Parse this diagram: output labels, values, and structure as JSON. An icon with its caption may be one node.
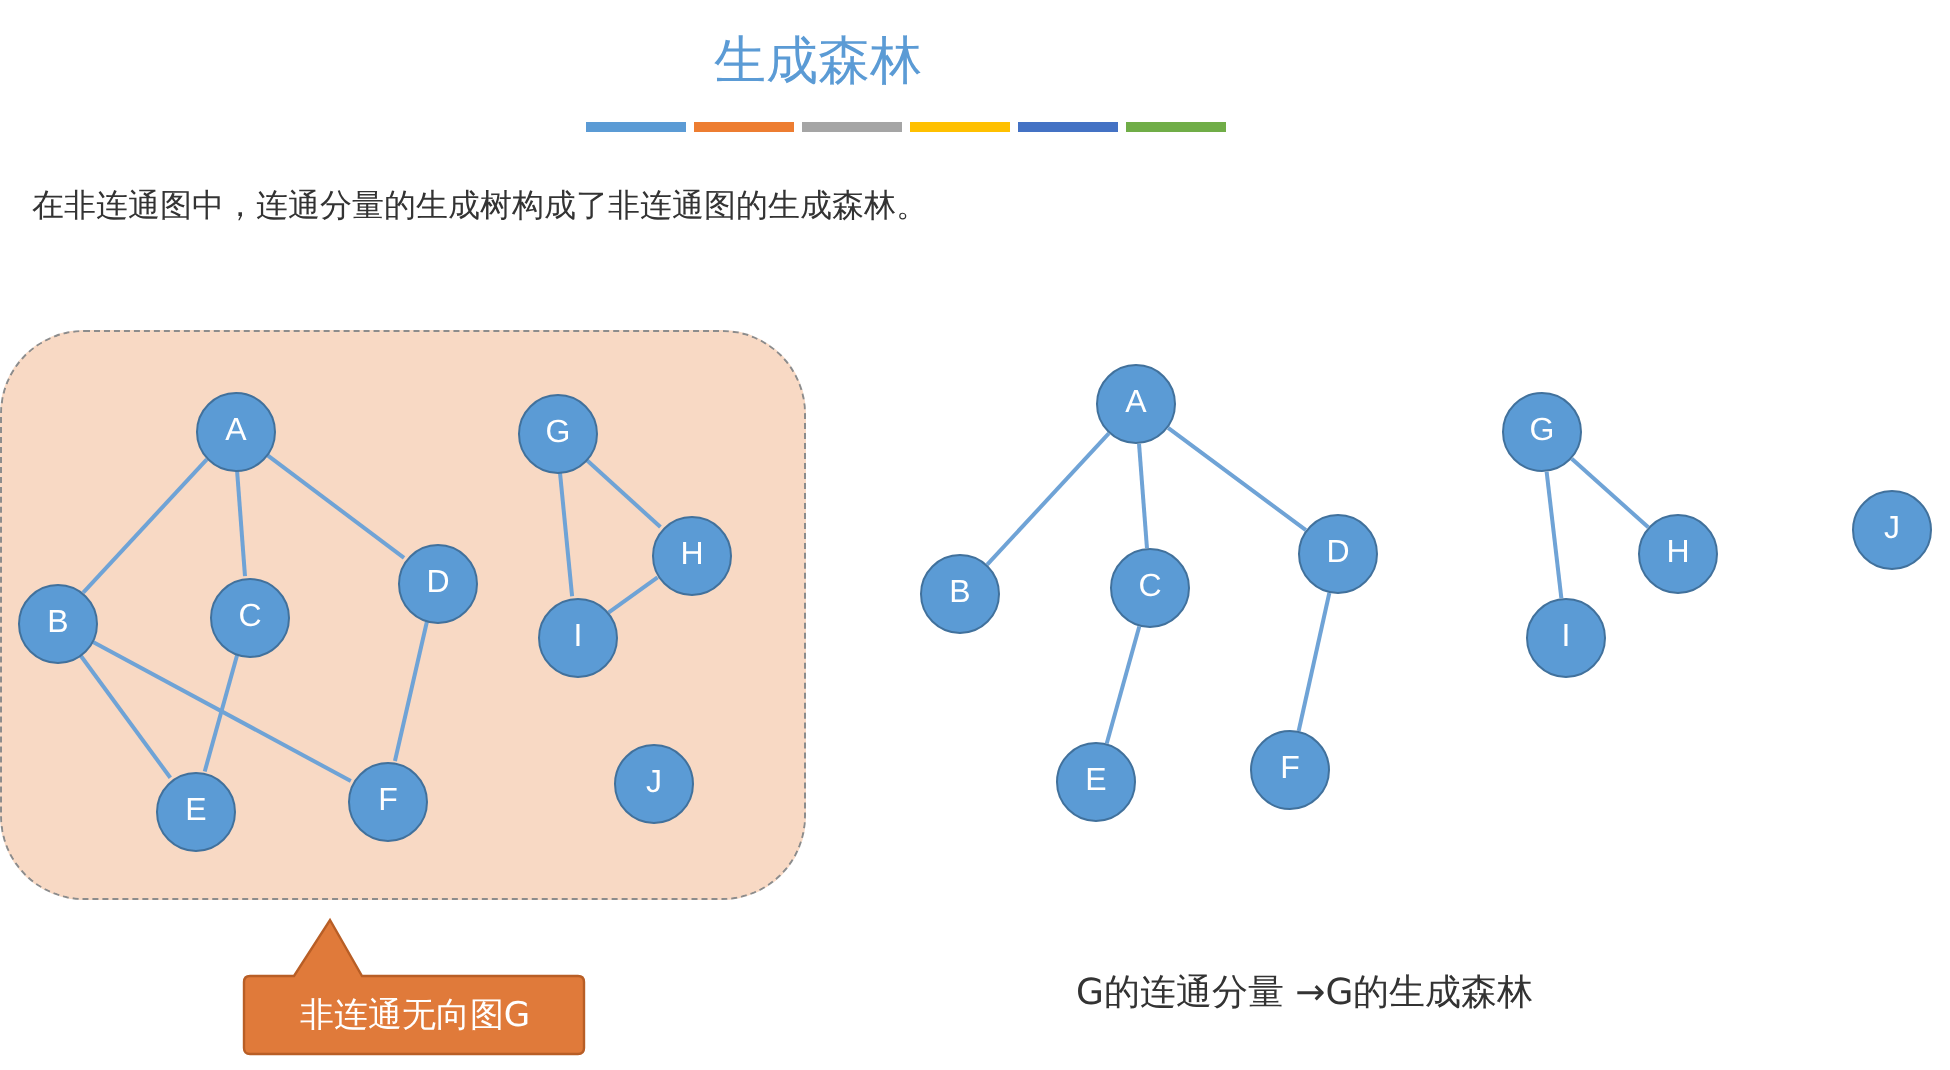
{
  "diagram": {
    "title": "生成森林",
    "nodes": [
      {
        "text": [],
        "shape": "box"
      },
      {
        "text": [
          "A"
        ],
        "in": 0
      },
      {
        "text": [
          "B"
        ],
        "in": 0
      },
      {
        "text": [
          "C"
        ],
        "in": 0
      },
      {
        "text": [
          "D"
        ],
        "in": 0
      },
      {
        "text": [
          "E"
        ],
        "in": 0
      },
      {
        "text": [
          "F"
        ],
        "in": 0
      },
      {
        "text": [
          "G"
        ],
        "in": 0
      },
      {
        "text": [
          "H"
        ],
        "in": 0
      },
      {
        "text": [
          "I"
        ],
        "in": 0
      },
      {
        "text": [
          "J"
        ],
        "in": 0
      },
      {
        "text": [
          "非连通无向图G"
        ]
      },
      {
        "text": [
          "A"
        ]
      },
      {
        "text": [
          "B"
        ]
      },
      {
        "text": [
          "C"
        ]
      },
      {
        "text": [
          "D"
        ]
      },
      {
        "text": [
          "E"
        ]
      },
      {
        "text": [
          "F"
        ]
      },
      {
        "text": [
          "G"
        ]
      },
      {
        "text": [
          "H"
        ]
      },
      {
        "text": [
          "I"
        ]
      },
      {
        "text": [
          "J"
        ]
      }
    ],
    "edges": [
      {
        "from": 1,
        "to": 2,
        "arrow": "none"
      },
      {
        "from": 1,
        "to": 3,
        "arrow": "none"
      },
      {
        "from": 1,
        "to": 4,
        "arrow": "none"
      },
      {
        "from": 2,
        "to": 5,
        "arrow": "none"
      },
      {
        "from": 2,
        "to": 6,
        "arrow": "none"
      },
      {
        "from": 3,
        "to": 5,
        "arrow": "none"
      },
      {
        "from": 4,
        "to": 6,
        "arrow": "none"
      },
      {
        "from": 7,
        "to": 8,
        "arrow": "none"
      },
      {
        "from": 7,
        "to": 9,
        "arrow": "none"
      },
      {
        "from": 8,
        "to": 9,
        "arrow": "none"
      },
      {
        "from": 12,
        "to": 13,
        "arrow": "none"
      },
      {
        "from": 12,
        "to": 14,
        "arrow": "none"
      },
      {
        "from": 12,
        "to": 15,
        "arrow": "none"
      },
      {
        "from": 14,
        "to": 16,
        "arrow": "none"
      },
      {
        "from": 15,
        "to": 17,
        "arrow": "none"
      },
      {
        "from": 18,
        "to": 19,
        "arrow": "none"
      },
      {
        "from": 18,
        "to": 20,
        "arrow": "none"
      }
    ],
    "labels": [
      "在非连通图中，连通分量的生成树构成了非连通图的生成森林。",
      "G的连通分量 →G的生成森林"
    ]
  }
}
